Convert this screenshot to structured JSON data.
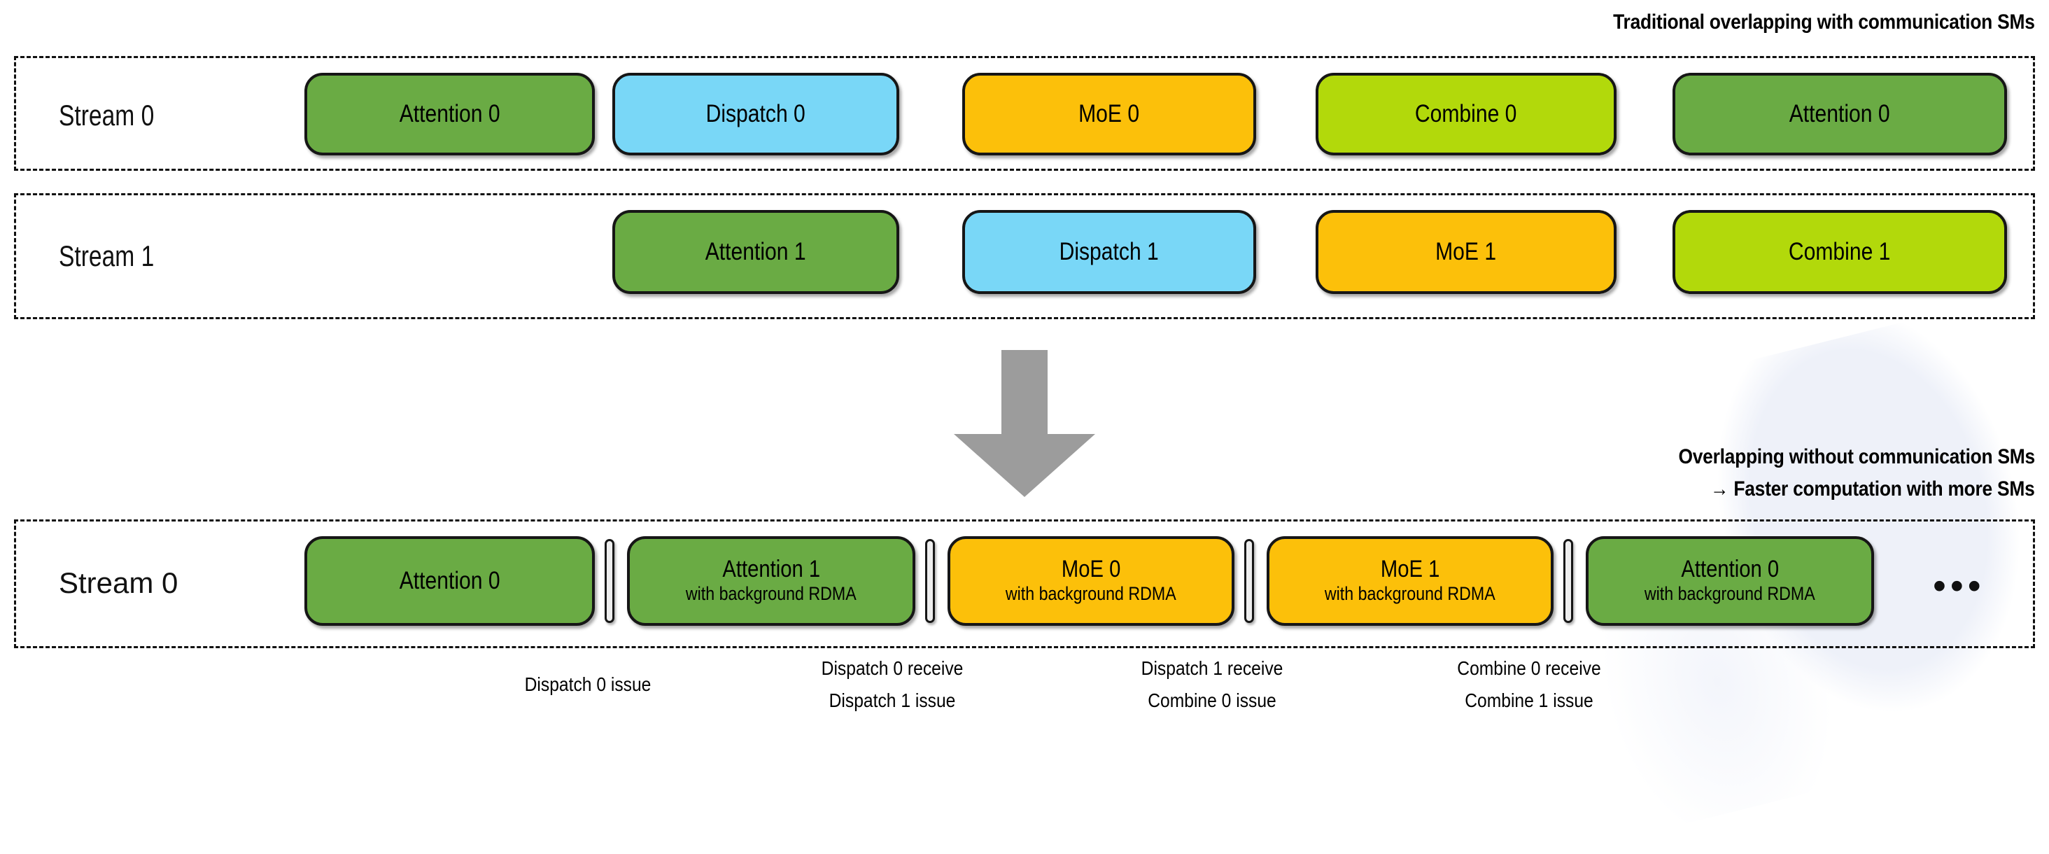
{
  "captions": {
    "top": "Traditional overlapping with communication SMs",
    "bottom_line1": "Overlapping without communication SMs",
    "bottom_line2": "→ Faster computation with more SMs"
  },
  "colors": {
    "green": "#6AAB44",
    "blue": "#79D7F7",
    "yellow": "#FCC00A",
    "lime": "#B2D90B",
    "arrow_gray": "#9C9C9C",
    "outline": "#161616"
  },
  "lanes": [
    {
      "id": "lane-top-stream0",
      "label": "Stream 0",
      "blocks": [
        {
          "title": "Attention 0",
          "sub": "",
          "color": "green"
        },
        {
          "title": "Dispatch 0",
          "sub": "",
          "color": "blue"
        },
        {
          "title": "MoE 0",
          "sub": "",
          "color": "yellow"
        },
        {
          "title": "Combine 0",
          "sub": "",
          "color": "lime"
        },
        {
          "title": "Attention 0",
          "sub": "",
          "color": "green"
        }
      ]
    },
    {
      "id": "lane-top-stream1",
      "label": "Stream 1",
      "blocks": [
        {
          "title": "Attention 1",
          "sub": "",
          "color": "green"
        },
        {
          "title": "Dispatch 1",
          "sub": "",
          "color": "blue"
        },
        {
          "title": "MoE 1",
          "sub": "",
          "color": "yellow"
        },
        {
          "title": "Combine 1",
          "sub": "",
          "color": "lime"
        }
      ]
    },
    {
      "id": "lane-bottom-stream0",
      "label": "Stream 0",
      "ellipsis": "•••",
      "blocks": [
        {
          "title": "Attention 0",
          "sub": "",
          "color": "green"
        },
        {
          "title": "Attention 1",
          "sub": "with background RDMA",
          "color": "green"
        },
        {
          "title": "MoE 0",
          "sub": "with background RDMA",
          "color": "yellow"
        },
        {
          "title": "MoE 1",
          "sub": "with background RDMA",
          "color": "yellow"
        },
        {
          "title": "Attention 0",
          "sub": "with background RDMA",
          "color": "green"
        }
      ]
    }
  ],
  "notes": [
    {
      "line1": "Dispatch 0 issue",
      "line2": ""
    },
    {
      "line1": "Dispatch 0 receive",
      "line2": "Dispatch 1 issue"
    },
    {
      "line1": "Dispatch 1 receive",
      "line2": "Combine 0 issue"
    },
    {
      "line1": "Combine 0 receive",
      "line2": "Combine 1 issue"
    }
  ],
  "arrow": {
    "name": "down-arrow"
  }
}
